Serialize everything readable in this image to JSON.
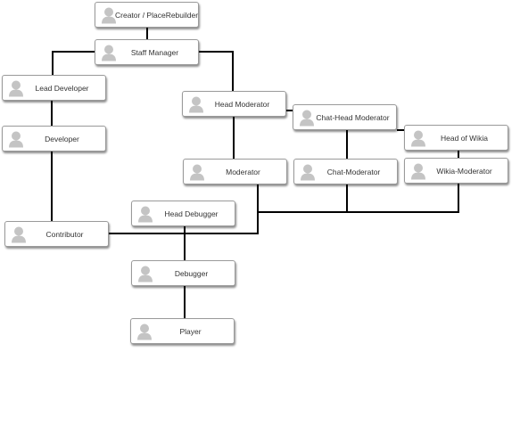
{
  "colors": {
    "connector": "#000000",
    "border": "#9a9a9a",
    "avatar": "#c4c4c4",
    "text": "#333333"
  },
  "nodes": {
    "creator": {
      "label": "Creator / PlaceRebuilder",
      "icon": "person-icon"
    },
    "staff_manager": {
      "label": "Staff Manager",
      "icon": "person-icon"
    },
    "lead_developer": {
      "label": "Lead Developer",
      "icon": "person-icon"
    },
    "developer": {
      "label": "Developer",
      "icon": "person-icon"
    },
    "contributor": {
      "label": "Contributor",
      "icon": "person-icon"
    },
    "head_moderator": {
      "label": "Head Moderator",
      "icon": "person-icon"
    },
    "chat_head_moderator": {
      "label": "Chat-Head Moderator",
      "icon": "person-icon"
    },
    "head_of_wikia": {
      "label": "Head of Wikia",
      "icon": "person-icon"
    },
    "moderator": {
      "label": "Moderator",
      "icon": "person-icon"
    },
    "chat_moderator": {
      "label": "Chat-Moderator",
      "icon": "person-icon"
    },
    "wikia_moderator": {
      "label": "Wikia-Moderator",
      "icon": "person-icon"
    },
    "head_debugger": {
      "label": "Head Debugger",
      "icon": "person-icon"
    },
    "debugger": {
      "label": "Debugger",
      "icon": "person-icon"
    },
    "player": {
      "label": "Player",
      "icon": "person-icon"
    }
  }
}
